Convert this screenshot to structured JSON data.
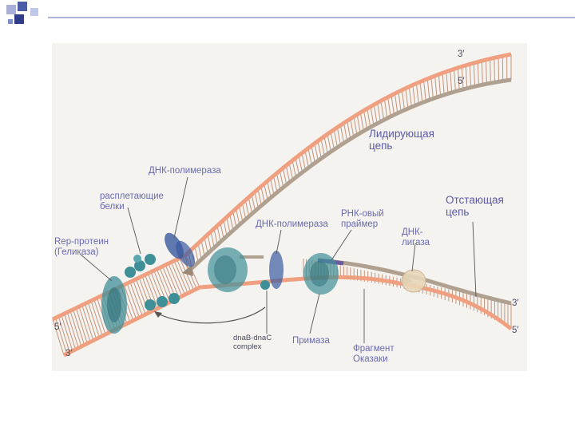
{
  "colors": {
    "strand": "#f0a080",
    "strand_dark": "#d87855",
    "new_strand": "#b0a090",
    "rung": "#c6937a",
    "protein": "#3f8f98",
    "polymerase": "#3a5aa0",
    "label": "#6a6ab0"
  },
  "labels": {
    "three_prime_top": "3′",
    "five_prime_top": "5′",
    "leading_strand": "Лидирующая\nцепь",
    "dna_polymerase_1": "ДНК-полимераза",
    "unwinding_proteins": "расплетающие\nбелки",
    "rep_protein": "Rep-протеин\n(Геликаза)",
    "dna_polymerase_2": "ДНК-полимераза",
    "rna_primer": "РНК-овый\nпраймер",
    "dna_ligase": "ДНК-\nлигаза",
    "lagging_strand": "Отстающая\nцепь",
    "three_prime_right": "3′",
    "five_prime_right": "5′",
    "five_prime_left": "5′",
    "three_prime_left": "3′",
    "dnab_complex": "dnaB-dnaC\ncomplex",
    "primase": "Примаза",
    "okazaki_fragment": "Фрагмент\nОказаки"
  }
}
